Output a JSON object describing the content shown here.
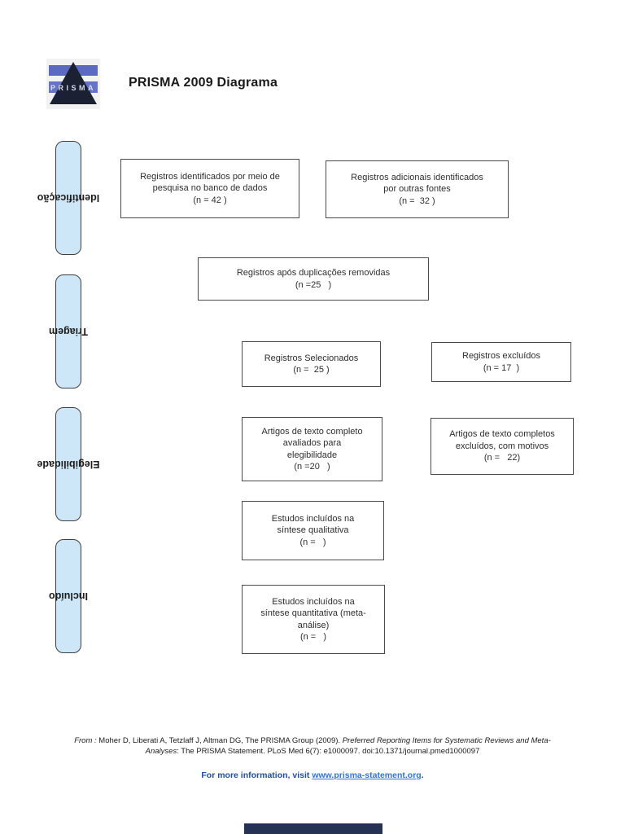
{
  "page": {
    "title": "PRISMA 2009 Diagrama",
    "logo": {
      "text": "PRISMA"
    }
  },
  "sidebar": {
    "phases": [
      {
        "label": "Identificação"
      },
      {
        "label": "Triagem"
      },
      {
        "label": "Elegibilidade"
      },
      {
        "label": "Incluído"
      }
    ],
    "pill_color": "#cde7f8"
  },
  "flow": {
    "boxes": [
      {
        "name": "records-identified-database",
        "text": "Registros identificados por meio de\npesquisa no banco de dados\n(n = 42 )"
      },
      {
        "name": "records-additional-sources",
        "text": "Registros adicionais identificados\npor outras fontes\n(n =  32 )"
      },
      {
        "name": "records-after-duplicates",
        "text": "Registros após duplicações removidas\n(n =25   )"
      },
      {
        "name": "records-screened",
        "text": "Registros Selecionados\n(n =  25 )"
      },
      {
        "name": "records-excluded",
        "text": "Registros excluídos\n(n = 17  )"
      },
      {
        "name": "fulltext-assessed",
        "text": "Artigos de texto completo\navaliados para\nelegibilidade\n(n =20   )"
      },
      {
        "name": "fulltext-excluded",
        "text": "Artigos de texto completos\nexcluídos, com motivos\n(n =   22)"
      },
      {
        "name": "studies-qualitative",
        "text": "Estudos incluídos na\nsíntese qualitativa\n(n =   )"
      },
      {
        "name": "studies-quantitative",
        "text": "Estudos incluídos na\nsíntese quantitativa (meta-\nanálise)\n(n =   )"
      }
    ]
  },
  "footer": {
    "citation": {
      "from_label": "From :",
      "authors": " Moher D, Liberati A, Tetzlaff J, Altman DG, The PRISMA Group (2009). ",
      "work_title_line1": "Preferred Reporting Items for Systematic Reviews and Meta-",
      "work_title_line2": "Analyses",
      "rest": ": The PRISMA Statement. PLoS Med 6(7): e1000097. doi:10.1371/journal.pmed1000097"
    },
    "info": {
      "prefix": "For more information, visit ",
      "link": "www.prisma-statement.org",
      "suffix": ".",
      "text_color": "#1f4e9c",
      "link_color": "#2e75d6"
    }
  }
}
